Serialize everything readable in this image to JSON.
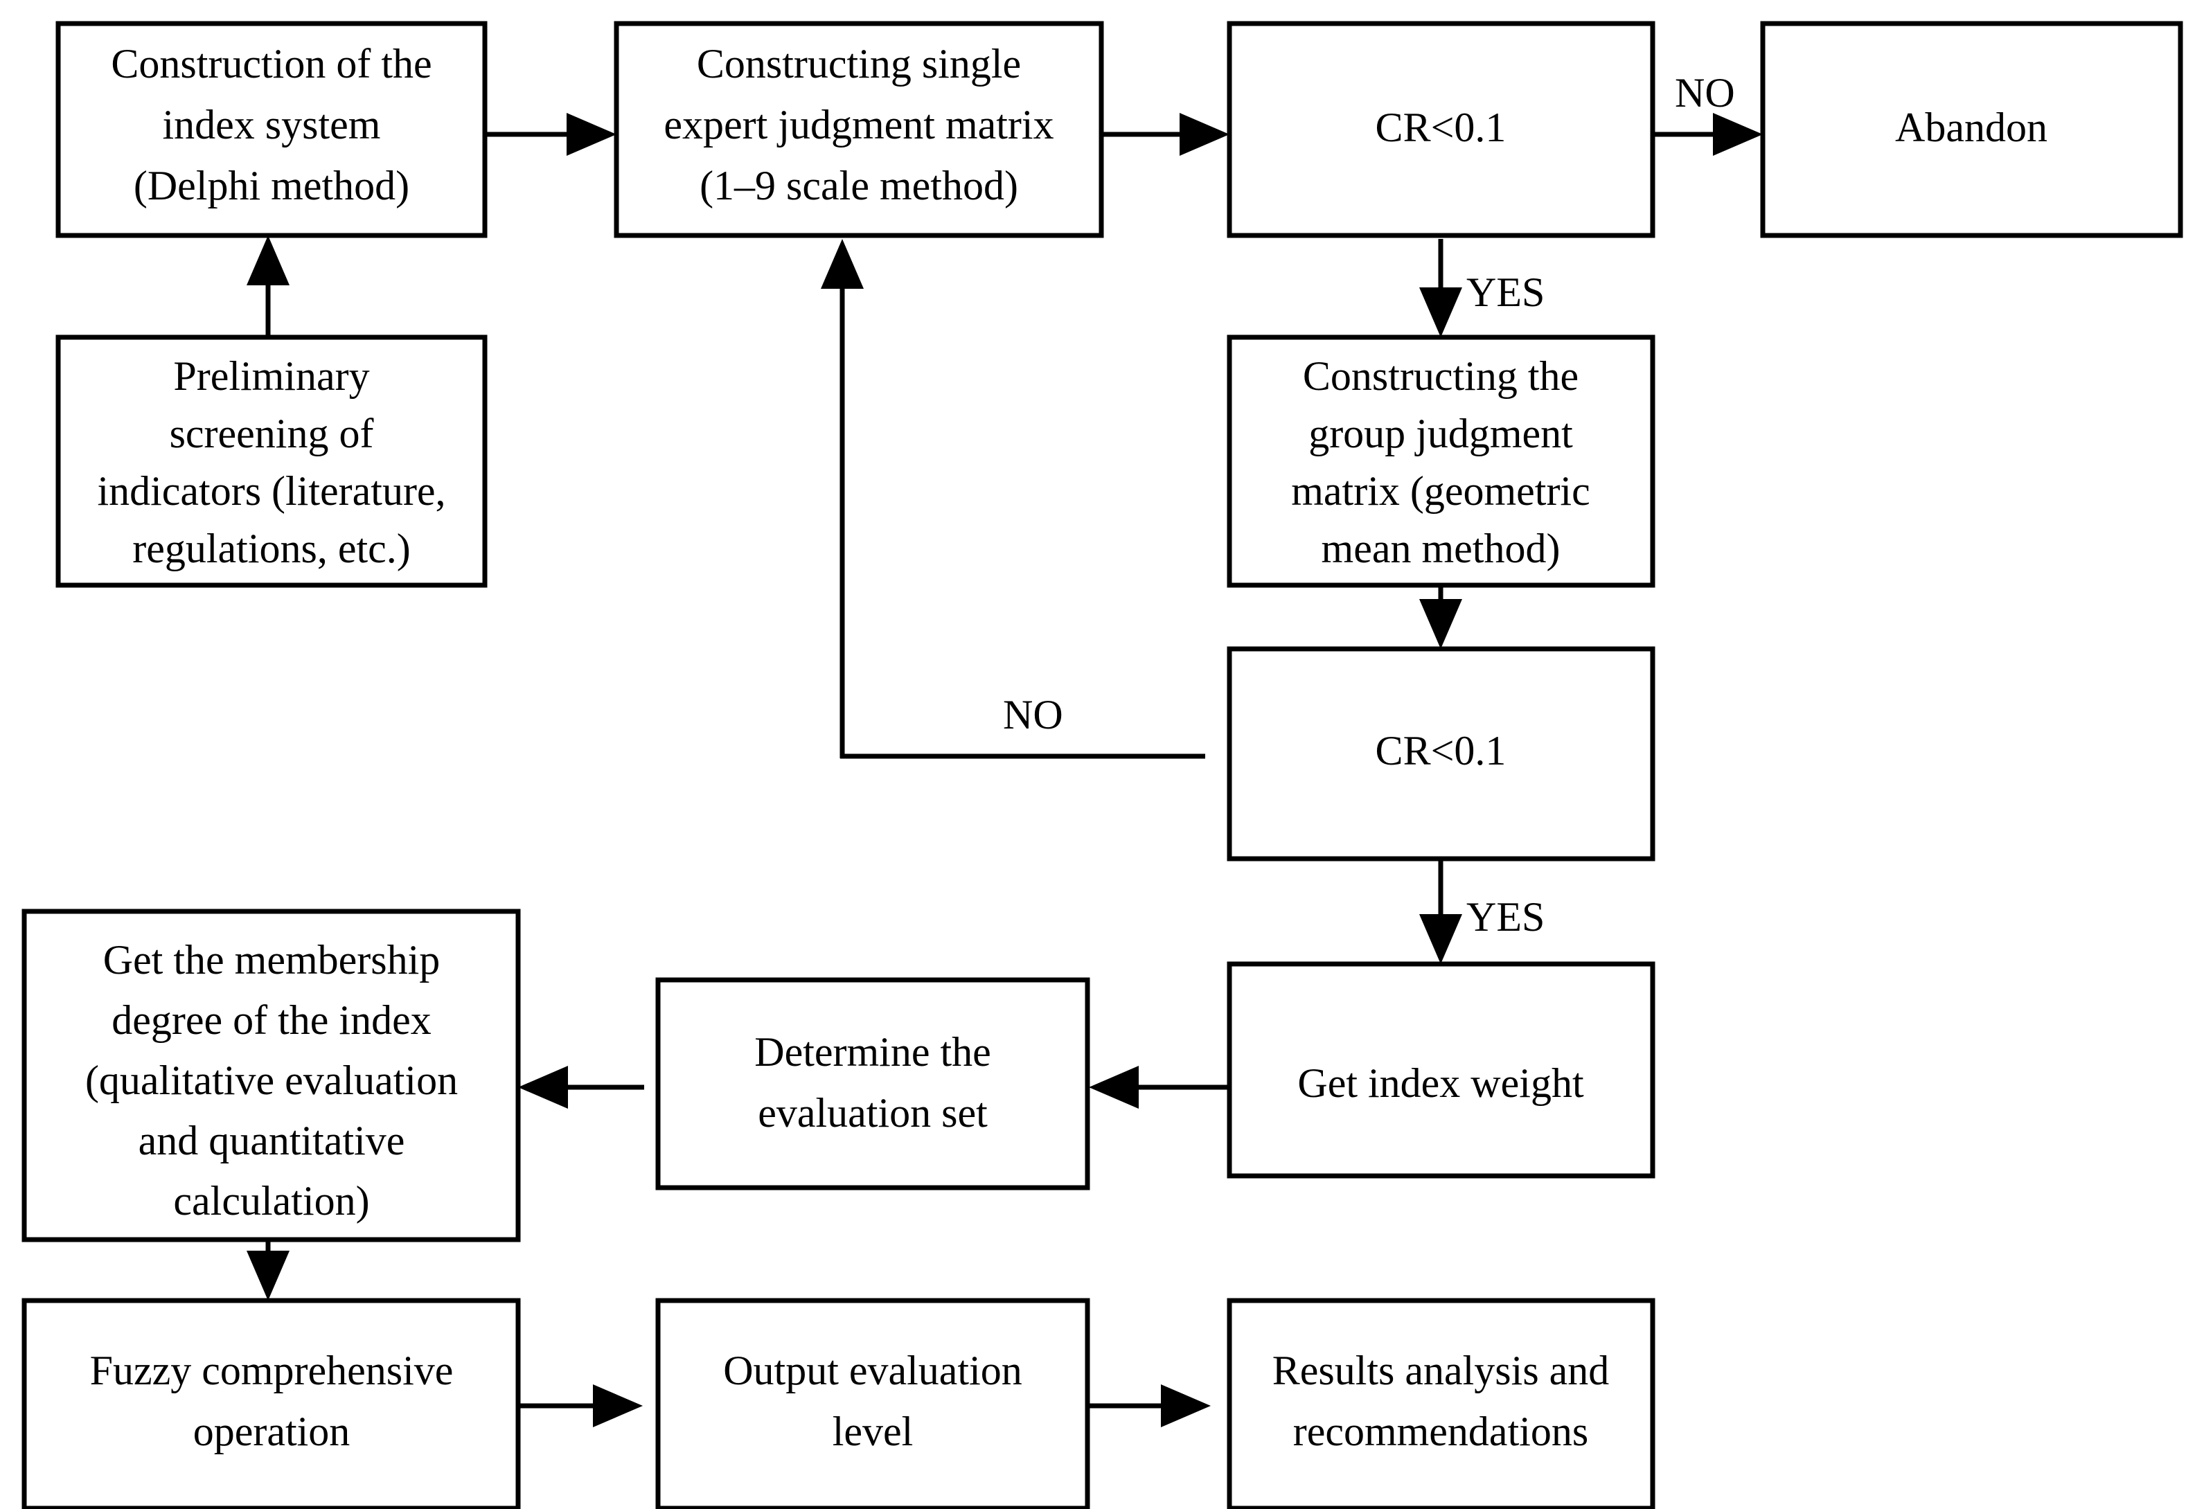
{
  "diagram": {
    "type": "flowchart",
    "title": "Fuzzy comprehensive evaluation methodology flowchart",
    "background_color": "#ffffff",
    "line_color": "#000000",
    "text_color": "#000000",
    "nodes": [
      {
        "id": "construction-index-system",
        "lines": [
          "Construction of the",
          "index system",
          "(Delphi method)"
        ]
      },
      {
        "id": "preliminary-screening",
        "lines": [
          "Preliminary",
          "screening of",
          "indicators (literature,",
          "regulations, etc.)"
        ]
      },
      {
        "id": "single-expert-matrix",
        "lines": [
          "Constructing single",
          "expert judgment matrix",
          "(1–9 scale method)"
        ]
      },
      {
        "id": "cr-check-single",
        "lines": [
          "CR<0.1"
        ]
      },
      {
        "id": "abandon",
        "lines": [
          "Abandon"
        ]
      },
      {
        "id": "group-judgment-matrix",
        "lines": [
          "Constructing the",
          "group judgment",
          "matrix (geometric",
          "mean method)"
        ]
      },
      {
        "id": "cr-check-group",
        "lines": [
          "CR<0.1"
        ]
      },
      {
        "id": "get-index-weight",
        "lines": [
          "Get index weight"
        ]
      },
      {
        "id": "determine-evaluation-set",
        "lines": [
          "Determine the",
          "evaluation set"
        ]
      },
      {
        "id": "membership-degree",
        "lines": [
          "Get the membership",
          "degree of the index",
          "(qualitative evaluation",
          "and quantitative",
          "calculation)"
        ]
      },
      {
        "id": "fuzzy-operation",
        "lines": [
          "Fuzzy comprehensive",
          "operation"
        ]
      },
      {
        "id": "output-evaluation-level",
        "lines": [
          "Output evaluation",
          "level"
        ]
      },
      {
        "id": "results-analysis",
        "lines": [
          "Results analysis and",
          "recommendations"
        ]
      }
    ],
    "edge_labels": {
      "no_abandon": "NO",
      "yes_group": "YES",
      "no_loopback": "NO",
      "yes_weight": "YES"
    }
  }
}
